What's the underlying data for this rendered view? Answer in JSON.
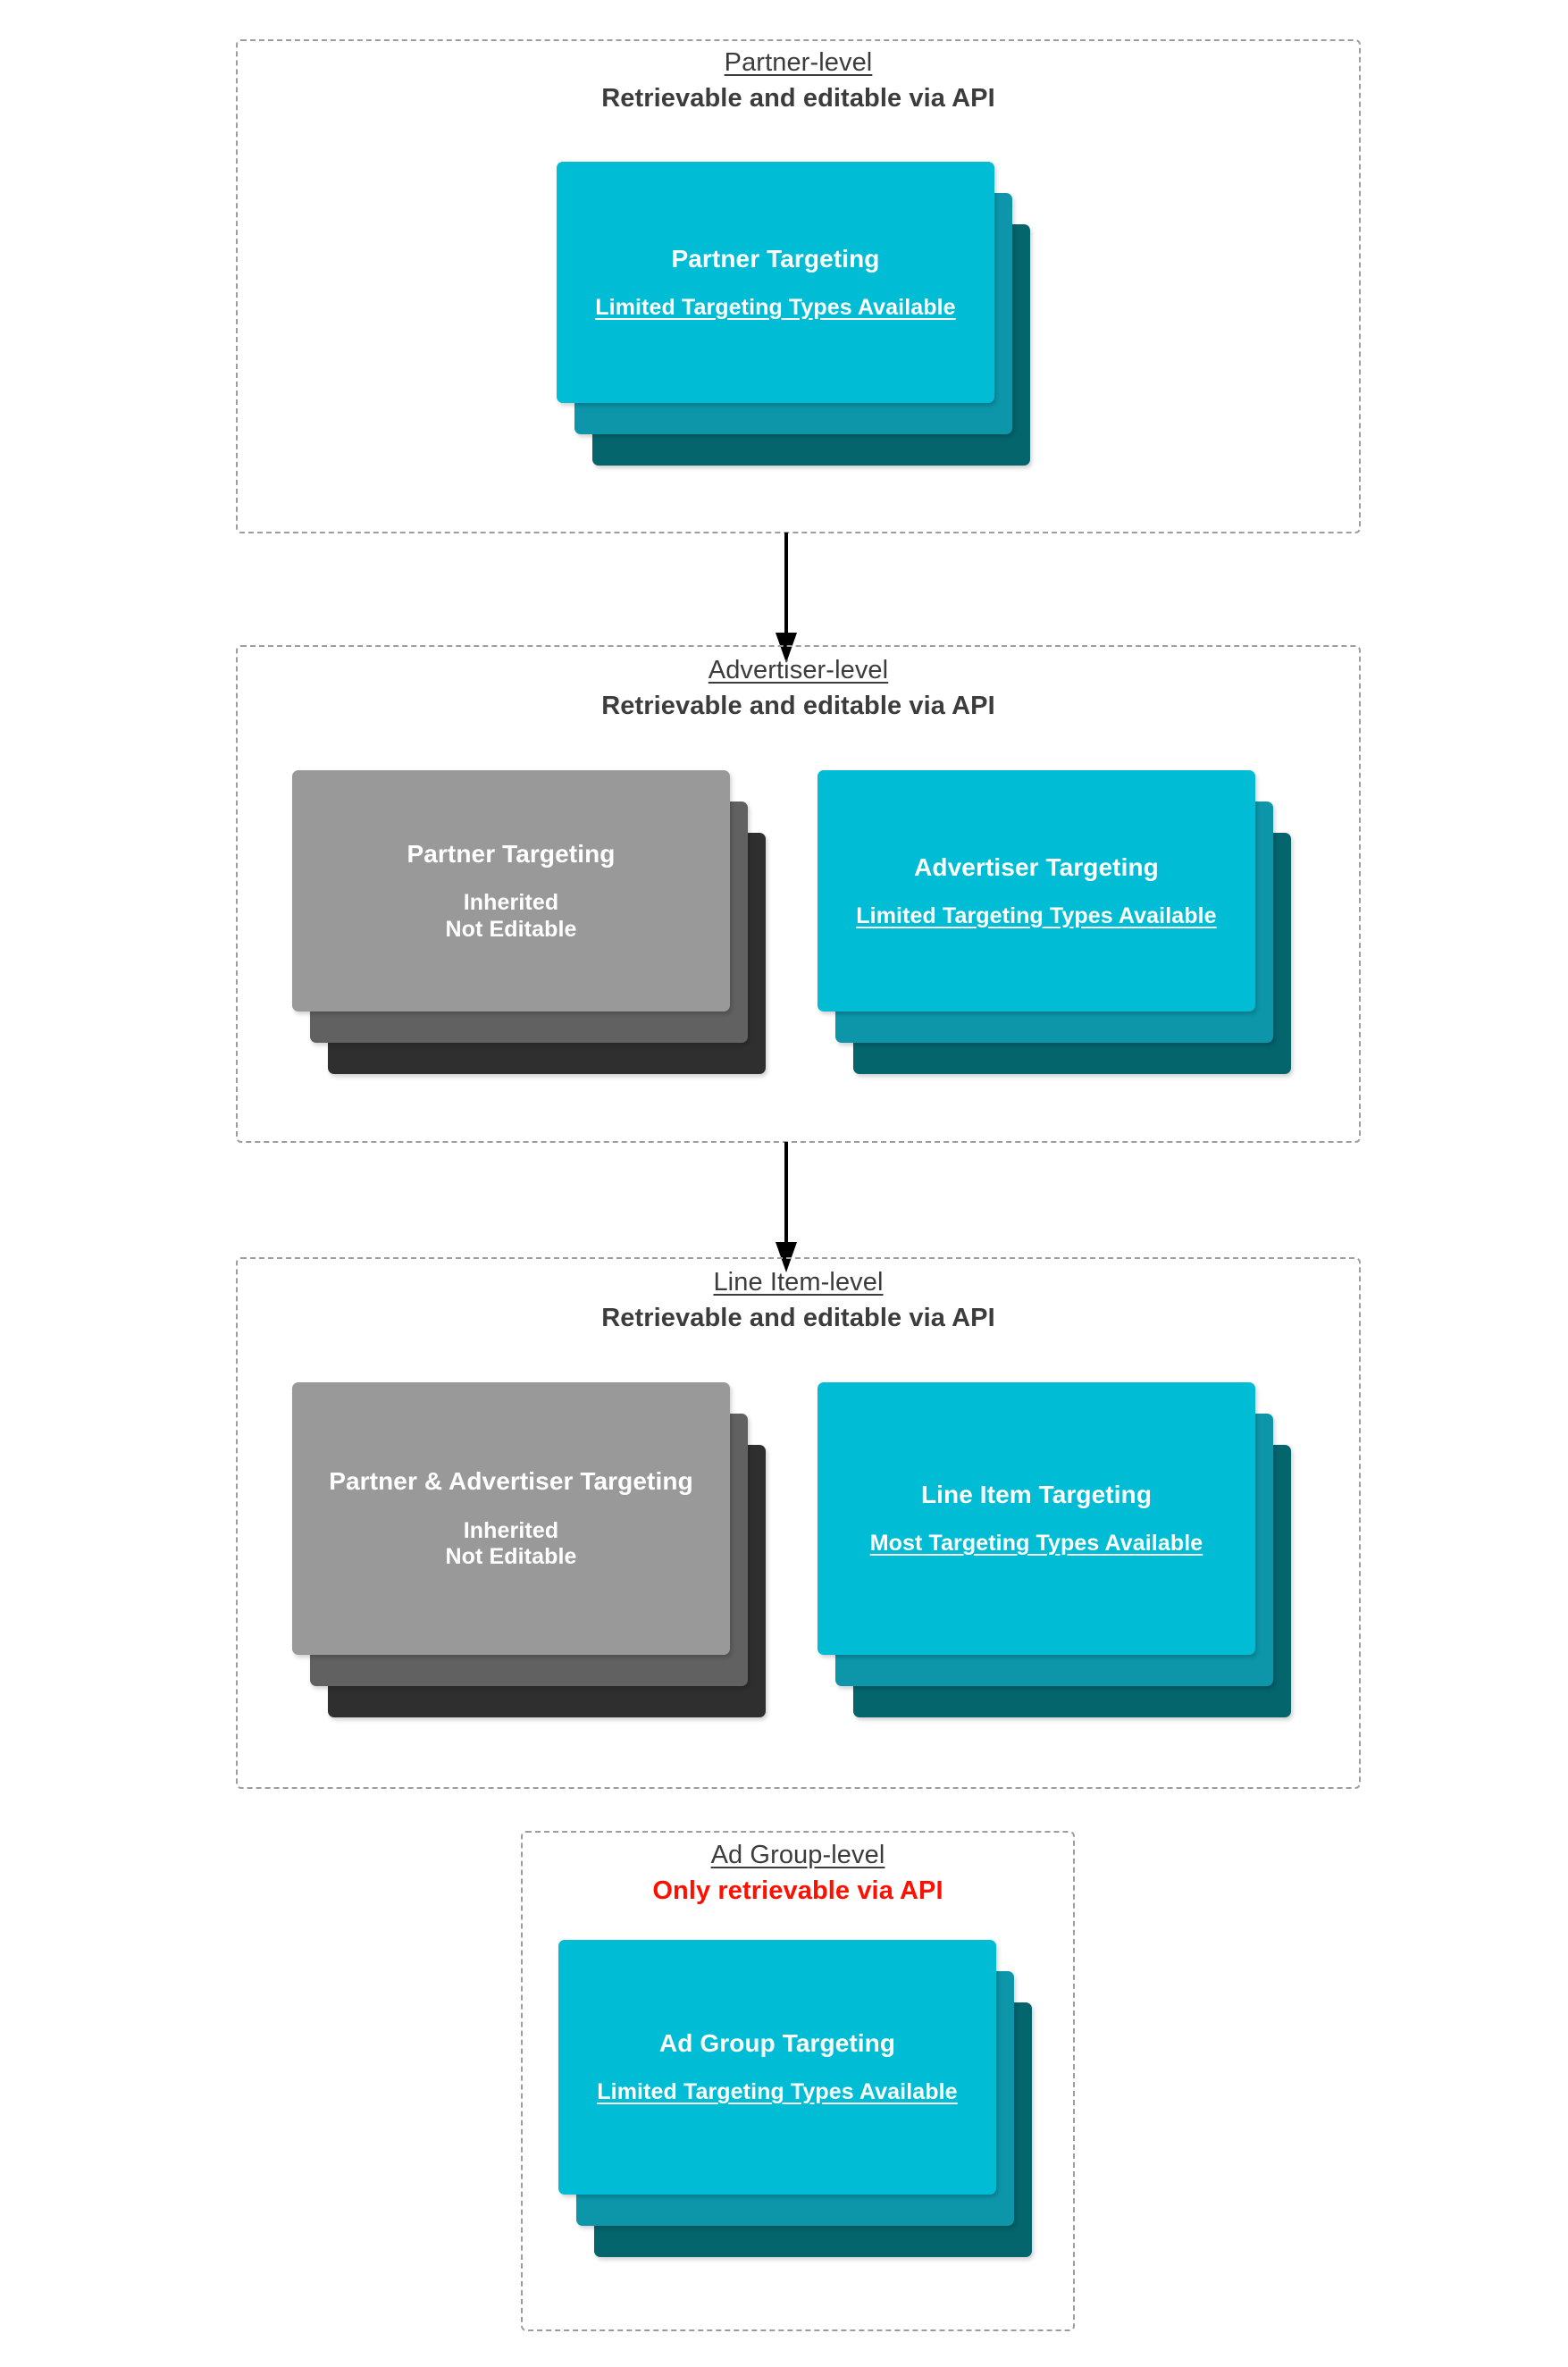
{
  "diagram": {
    "title": "Targeting inheritance across partner, advertiser, line item and ad group levels",
    "colors": {
      "card_front_cyan": "#00bcd4",
      "card_mid_cyan": "#0d96aa",
      "card_back_cyan": "#04656d",
      "card_front_gray": "#999999",
      "card_mid_gray": "#616161",
      "card_back_gray": "#2f2f2f",
      "box_border": "#9d9d9d",
      "heading_text": "#3c3c3c",
      "warning_text": "#ff0f00",
      "card_text": "#ffffff"
    }
  },
  "levels": [
    {
      "id": "partner",
      "title": "Partner-level",
      "subtitle": "Retrievable and editable via API",
      "subtitle_warning": false,
      "cards": [
        {
          "id": "partner-targeting",
          "title": "Partner Targeting",
          "note": "Limited Targeting Types Available",
          "note_underlined": true,
          "variant": "cyan"
        }
      ]
    },
    {
      "id": "advertiser",
      "title": "Advertiser-level",
      "subtitle": "Retrievable and editable via API",
      "subtitle_warning": false,
      "cards": [
        {
          "id": "advertiser-inherited-partner-targeting",
          "title": "Partner Targeting",
          "note": "Inherited\nNot Editable",
          "note_underlined": false,
          "variant": "gray"
        },
        {
          "id": "advertiser-targeting",
          "title": "Advertiser Targeting",
          "note": "Limited Targeting Types Available",
          "note_underlined": true,
          "variant": "cyan"
        }
      ]
    },
    {
      "id": "line-item",
      "title": "Line Item-level",
      "subtitle": "Retrievable and editable via API",
      "subtitle_warning": false,
      "cards": [
        {
          "id": "line-item-inherited-targeting",
          "title": "Partner & Advertiser Targeting",
          "note": "Inherited\nNot Editable",
          "note_underlined": false,
          "variant": "gray"
        },
        {
          "id": "line-item-targeting",
          "title": "Line Item Targeting",
          "note": "Most Targeting Types Available",
          "note_underlined": true,
          "variant": "cyan"
        }
      ]
    },
    {
      "id": "ad-group",
      "title": "Ad Group-level",
      "subtitle": "Only retrievable via API",
      "subtitle_warning": true,
      "cards": [
        {
          "id": "ad-group-targeting",
          "title": "Ad Group Targeting",
          "note": "Limited Targeting Types Available",
          "note_underlined": true,
          "variant": "cyan"
        }
      ]
    }
  ],
  "connectors": [
    {
      "id": "partner-to-advertiser",
      "from": "partner",
      "to": "advertiser"
    },
    {
      "id": "advertiser-to-line-item",
      "from": "advertiser",
      "to": "line-item"
    }
  ]
}
